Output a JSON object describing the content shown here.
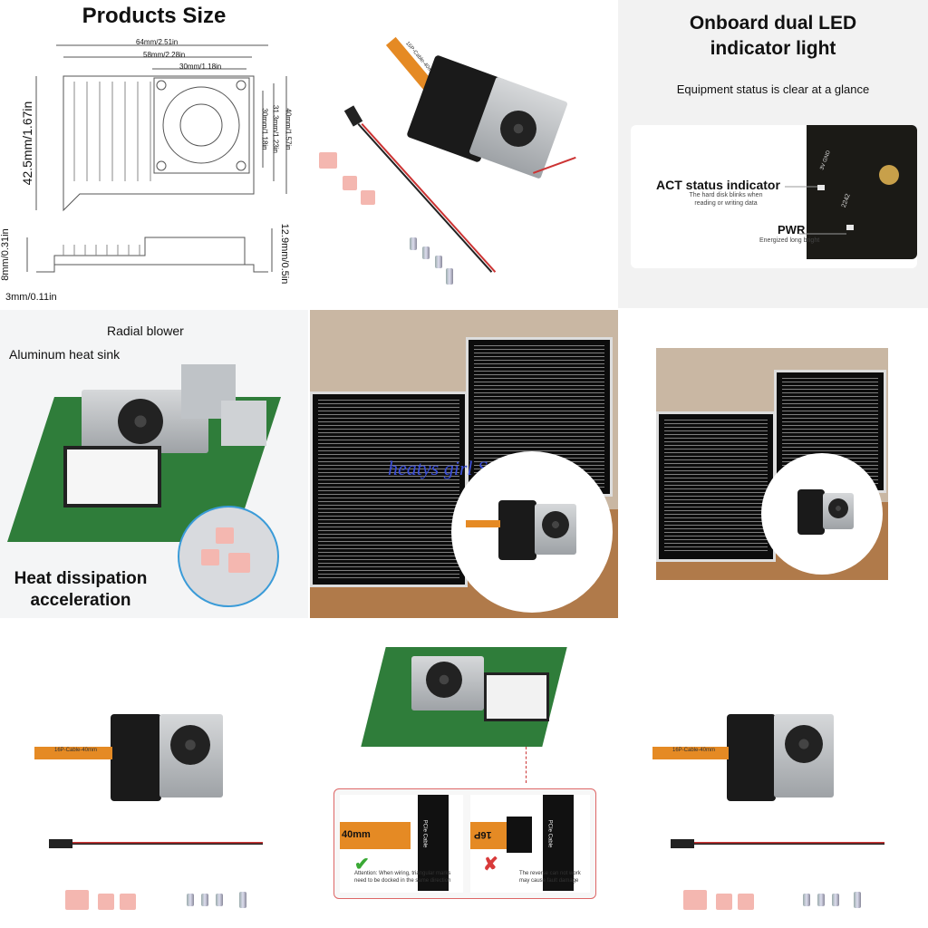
{
  "products_size": {
    "title": "Products Size",
    "dim_64": "64mm/2.51in",
    "dim_58": "58mm/2.28in",
    "dim_30_top": "30mm/1.18in",
    "dim_42": "42.5mm/1.67in",
    "dim_30_side": "30mm/1.18in",
    "dim_31": "31.3mm/1.23in",
    "dim_40": "40mm/1.57in",
    "dim_8": "8mm/0.31in",
    "dim_12": "12.9mm/0.5in",
    "dim_3": "3mm/0.11in"
  },
  "contents": {
    "cable_label": "16P-Cable-40mm"
  },
  "led": {
    "title_line1": "Onboard dual LED",
    "title_line2": "indicator light",
    "subtitle": "Equipment status is clear at a glance",
    "act_title": "ACT status indicator",
    "act_desc_line1": "The hard disk blinks when",
    "act_desc_line2": "reading or writing data",
    "pwr_title": "PWR",
    "pwr_desc": "Energized long bright",
    "board_text_1": "3V GND",
    "board_text_2": "2242"
  },
  "features": {
    "radial_blower": "Radial blower",
    "aluminum_heat_sink": "Aluminum heat sink",
    "heat_line1": "Heat dissipation",
    "heat_line2": "acceleration"
  },
  "watermark": "heatys girl Store",
  "install": {
    "ribbon_text_ok": "40mm",
    "ribbon_text_bad": "16P",
    "pcie_label": "PCIe Cable",
    "attention_line1": "Attention: When wiring, triangular marks",
    "attention_line2": "need to be docked in the same direction",
    "reverse_line1": "The reverse can not work",
    "reverse_line2": "may cause fault damage",
    "check_icon": "check-mark-icon",
    "cross_icon": "cross-mark-icon"
  },
  "colors": {
    "accent_green": "#3aa935",
    "accent_red": "#d83a3a",
    "watermark": "#3b4fd8",
    "pcb_green": "#2f7d3a"
  }
}
